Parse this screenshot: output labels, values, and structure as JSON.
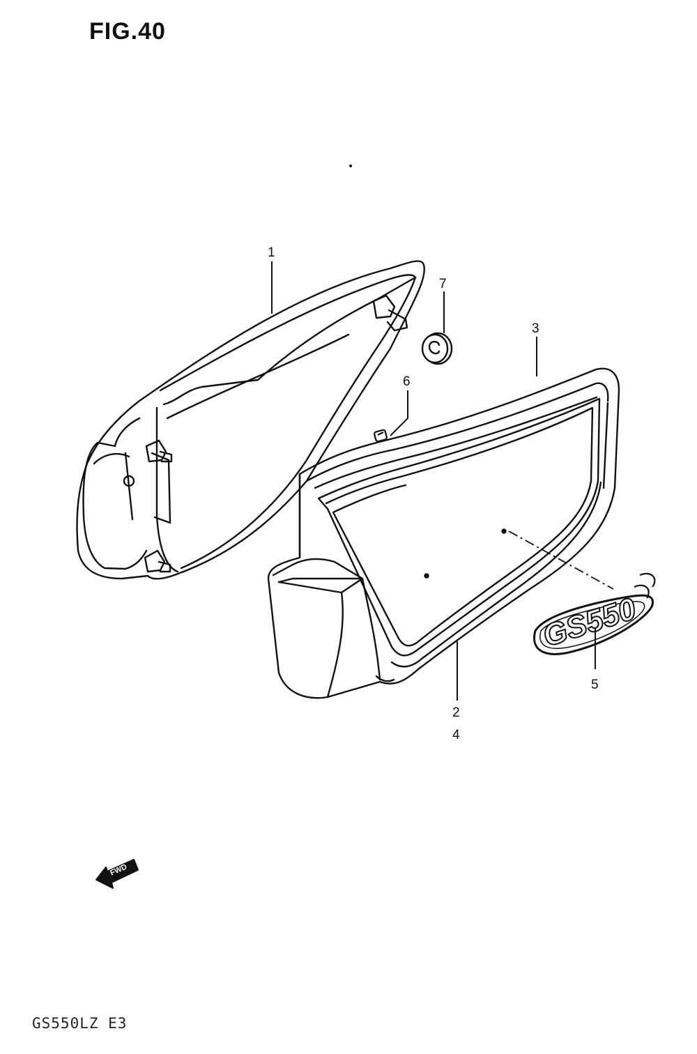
{
  "figure": {
    "title": "FIG.40",
    "model_code": "GS550LZ E3"
  },
  "parts": [
    {
      "ref": "1"
    },
    {
      "ref": "2"
    },
    {
      "ref": "3"
    },
    {
      "ref": "4"
    },
    {
      "ref": "5"
    },
    {
      "ref": "6"
    },
    {
      "ref": "7"
    }
  ],
  "emblem": {
    "text": "GS550"
  },
  "direction_marker": {
    "text": "FWD",
    "icon": "forward-arrow-icon"
  },
  "colors": {
    "line": "#111111",
    "background": "#ffffff"
  }
}
